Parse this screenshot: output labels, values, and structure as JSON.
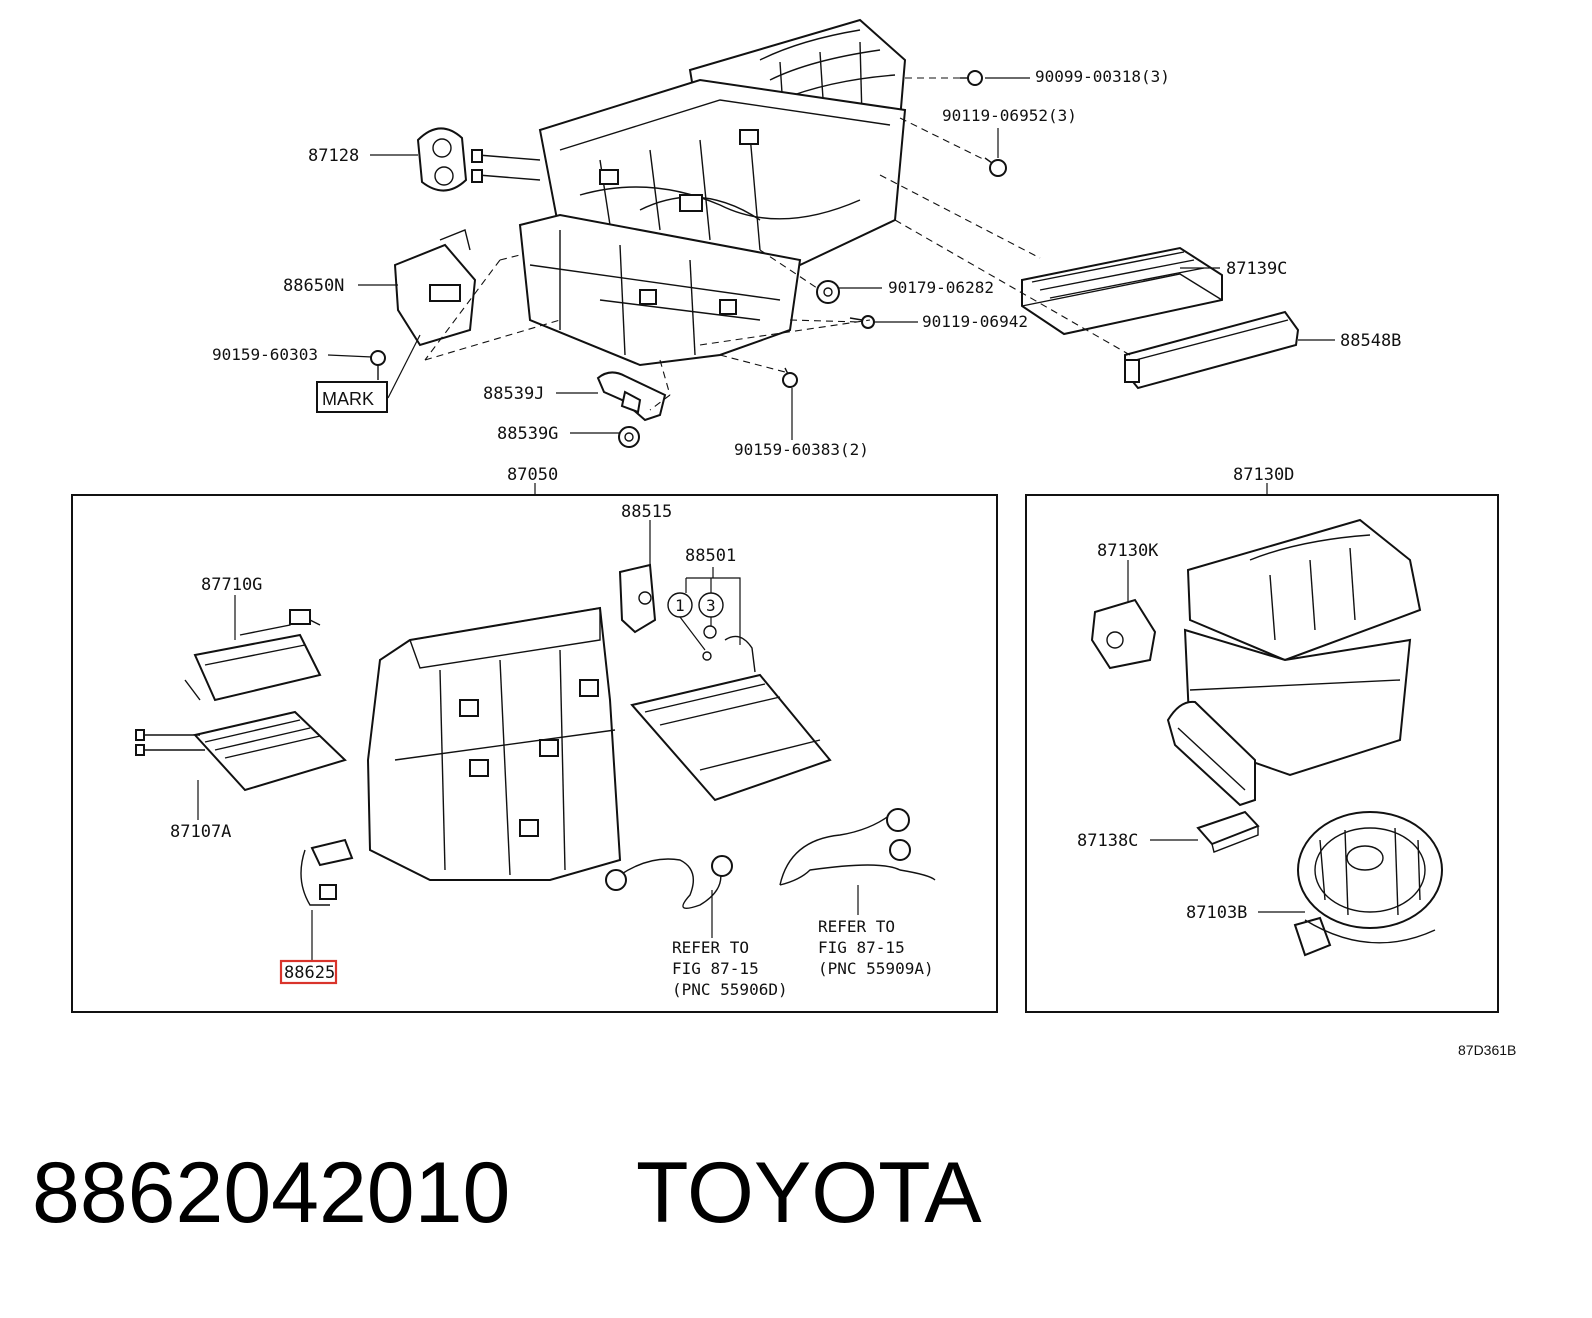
{
  "callouts": {
    "p90099": "90099-00318(3)",
    "p90119a": "90119-06952(3)",
    "p87128": "87128",
    "p88650n": "88650N",
    "p90159a": "90159-60303",
    "mark": "MARK",
    "p90179": "90179-06282",
    "p87139c": "87139C",
    "p90119b": "90119-06942",
    "p88548b": "88548B",
    "p88539j": "88539J",
    "p88539g": "88539G",
    "p90159b": "90159-60383(2)",
    "p87050": "87050",
    "p87130d": "87130D",
    "p88515": "88515",
    "p88501": "88501",
    "circle1": "1",
    "circle3": "3",
    "p87710g": "87710G",
    "p87107a": "87107A",
    "p88625": "88625",
    "p87130k": "87130K",
    "p87138c": "87138C",
    "p87103b": "87103B"
  },
  "refer1": {
    "line1": "REFER TO",
    "line2": "FIG 87-15",
    "line3": "(PNC 55906D)"
  },
  "refer2": {
    "line1": "REFER TO",
    "line2": "FIG 87-15",
    "line3": "(PNC 55909A)"
  },
  "diagram_code": "87D361B",
  "caption": {
    "part_number": "8862042010",
    "brand": "TOYOTA"
  },
  "colors": {
    "line": "#111111",
    "highlight": "#d9342b",
    "background": "#ffffff"
  }
}
